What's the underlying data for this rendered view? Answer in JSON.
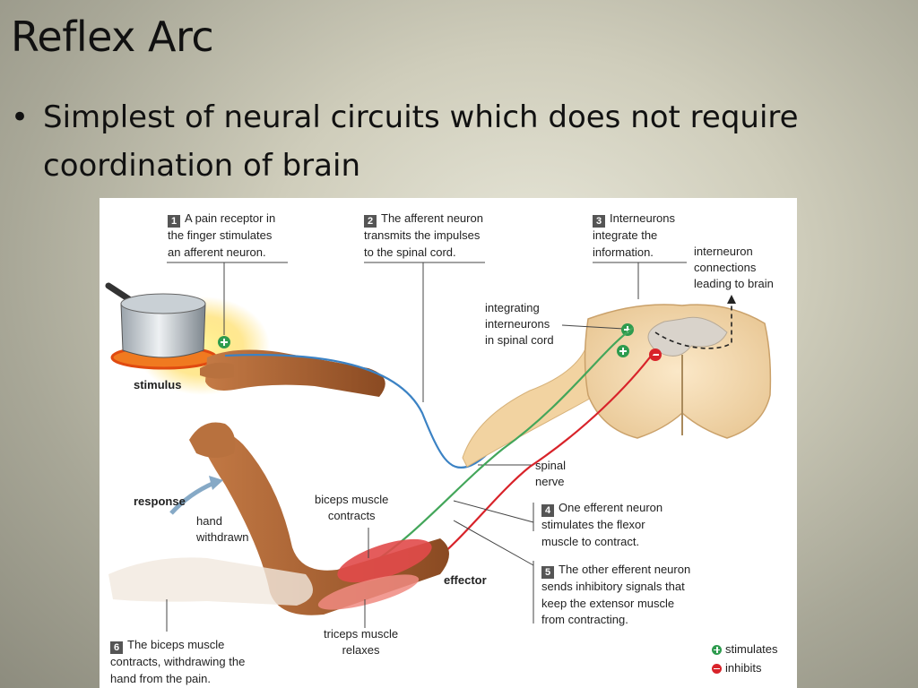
{
  "slide": {
    "title": "Reflex Arc",
    "bullets": [
      {
        "line1": "Simplest of neural circuits which does not require",
        "line2": "coordination of brain"
      }
    ]
  },
  "diagram": {
    "steps": [
      {
        "number": "1",
        "lines": [
          "A pain receptor in",
          "the finger stimulates",
          "an afferent neuron."
        ]
      },
      {
        "number": "2",
        "lines": [
          "The afferent neuron",
          "transmits the impulses",
          "to the spinal cord."
        ]
      },
      {
        "number": "3",
        "lines": [
          "Interneurons",
          "integrate the",
          "information."
        ]
      },
      {
        "number": "4",
        "lines": [
          "One efferent neuron",
          "stimulates the flexor",
          "muscle to contract."
        ]
      },
      {
        "number": "5",
        "lines": [
          "The other efferent neuron",
          "sends inhibitory signals that",
          "keep the extensor muscle",
          "from contracting."
        ]
      },
      {
        "number": "6",
        "lines": [
          "The biceps muscle",
          "contracts, withdrawing the",
          "hand from the pain."
        ]
      }
    ],
    "labels": {
      "stimulus": "stimulus",
      "response": "response",
      "hand_withdrawn": [
        "hand",
        "withdrawn"
      ],
      "interneuron_connections": [
        "interneuron",
        "connections",
        "leading to brain"
      ],
      "integrating_interneurons": [
        "integrating",
        "interneurons",
        "in spinal cord"
      ],
      "spinal_nerve": [
        "spinal",
        "nerve"
      ],
      "biceps": [
        "biceps muscle",
        "contracts"
      ],
      "triceps": [
        "triceps muscle",
        "relaxes"
      ],
      "effector": "effector"
    },
    "legend": {
      "stimulates": "stimulates",
      "inhibits": "inhibits"
    },
    "colors": {
      "afferent": "#3b82c4",
      "efferent_excite": "#43a65a",
      "efferent_inhibit": "#d8232a",
      "skin": "#a05a2c",
      "muscle": "#e14a4a",
      "spinal_cord": "#f4dcb4"
    }
  }
}
